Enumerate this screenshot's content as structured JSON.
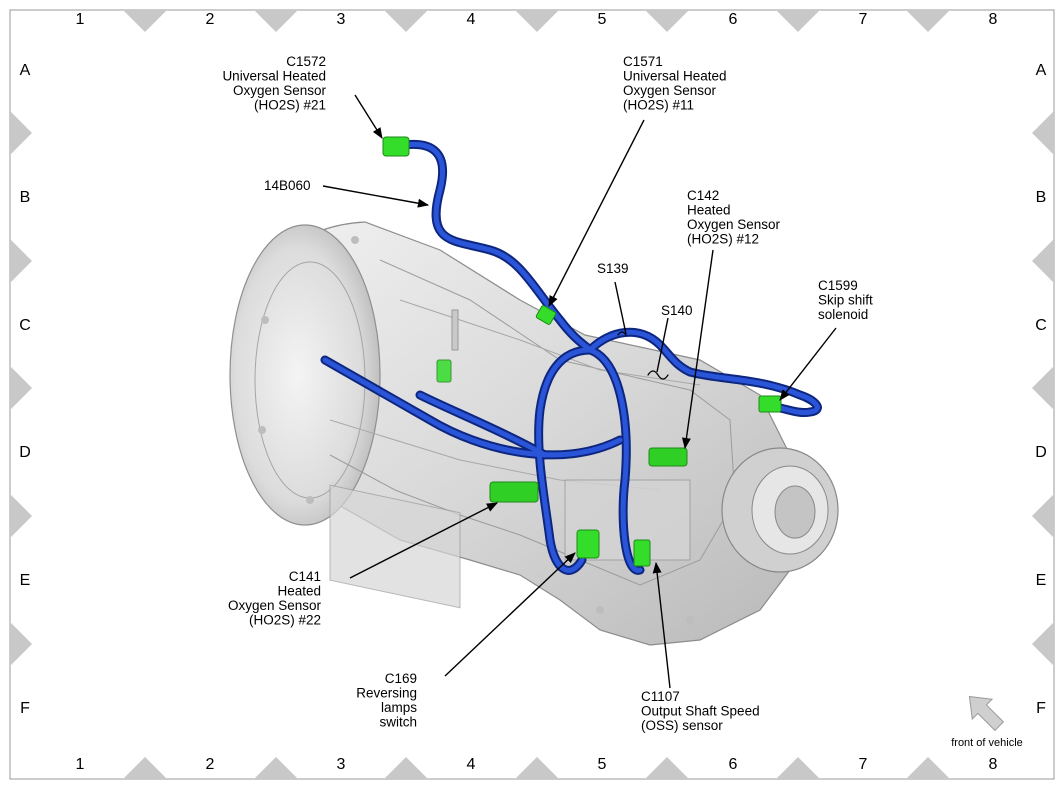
{
  "grid": {
    "columns": [
      "1",
      "2",
      "3",
      "4",
      "5",
      "6",
      "7",
      "8"
    ],
    "rows": [
      "A",
      "B",
      "C",
      "D",
      "E",
      "F"
    ]
  },
  "colors": {
    "harness": "#1f3fb5",
    "harness_dark": "#0d2680",
    "connector": "#33dd2a",
    "marker": "#c8c8c8",
    "transmission": "#dcdcdc"
  },
  "callouts": {
    "c1572": [
      "C1572",
      "Universal Heated",
      "Oxygen Sensor",
      "(HO2S) #21"
    ],
    "c1571": [
      "C1571",
      "Universal Heated",
      "Oxygen Sensor",
      "(HO2S) #11"
    ],
    "harness": [
      "14B060"
    ],
    "c142": [
      "C142",
      "Heated",
      "Oxygen Sensor",
      "(HO2S) #12"
    ],
    "s139": [
      "S139"
    ],
    "s140": [
      "S140"
    ],
    "c1599": [
      "C1599",
      "Skip shift",
      "solenoid"
    ],
    "c141": [
      "C141",
      "Heated",
      "Oxygen Sensor",
      "(HO2S) #22"
    ],
    "c169": [
      "C169",
      "Reversing",
      "lamps",
      "switch"
    ],
    "c1107": [
      "C1107",
      "Output Shaft Speed",
      "(OSS) sensor"
    ]
  },
  "orientation": {
    "icon": "arrow-up-left-icon",
    "label": "front of vehicle"
  }
}
